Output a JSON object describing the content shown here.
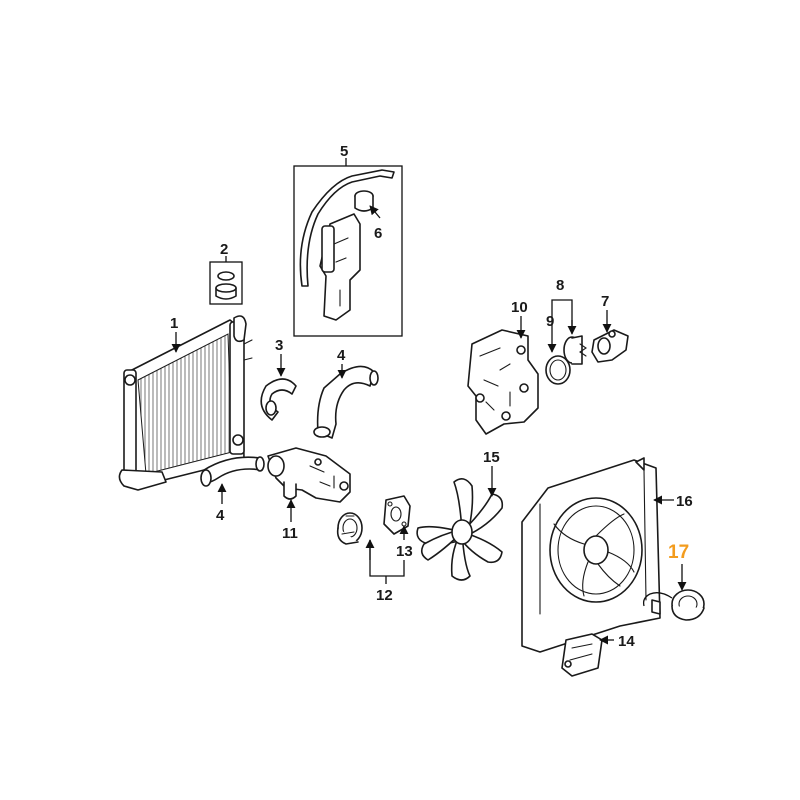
{
  "labels": {
    "l1": "1",
    "l2": "2",
    "l3": "3",
    "l4a": "4",
    "l4b": "4",
    "l5": "5",
    "l6": "6",
    "l7": "7",
    "l8": "8",
    "l9": "9",
    "l10": "10",
    "l11": "11",
    "l12": "12",
    "l13": "13",
    "l14": "14",
    "l15": "15",
    "l16": "16",
    "l17": "17"
  },
  "colors": {
    "highlight": "#f39c1e",
    "line": "#1a1a1a",
    "background": "#ffffff"
  }
}
